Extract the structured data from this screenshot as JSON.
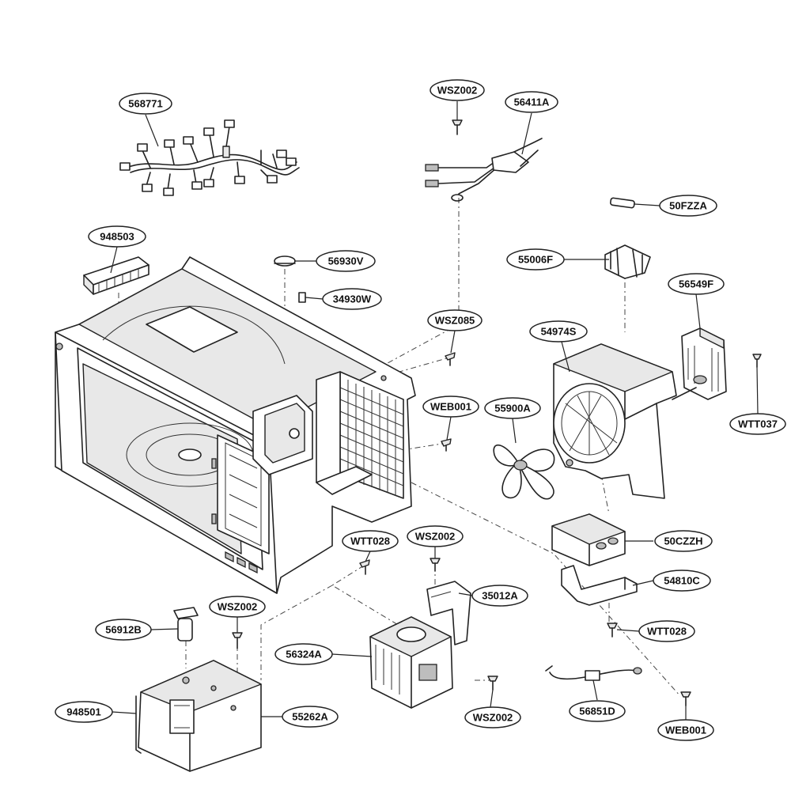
{
  "labels": {
    "p568771": "568771",
    "p948503": "948503",
    "p56930V": "56930V",
    "p34930W": "34930W",
    "pWSZ002_top": "WSZ002",
    "p56411A": "56411A",
    "p50FZZA": "50FZZA",
    "p55006F": "55006F",
    "p56549F": "56549F",
    "pWSZ085": "WSZ085",
    "p54974S": "54974S",
    "pWEB001_mid": "WEB001",
    "p55900A": "55900A",
    "pWTT037": "WTT037",
    "p50CZZH": "50CZZH",
    "p54810C": "54810C",
    "pWTT028_right": "WTT028",
    "pWTT028_left": "WTT028",
    "pWSZ002_mid": "WSZ002",
    "p35012A": "35012A",
    "pWSZ002_low": "WSZ002",
    "p56912B": "56912B",
    "p56324A": "56324A",
    "p948501": "948501",
    "p55262A": "55262A",
    "pWSZ002_bottom": "WSZ002",
    "p56851D": "56851D",
    "pWEB001_bottom": "WEB001"
  }
}
